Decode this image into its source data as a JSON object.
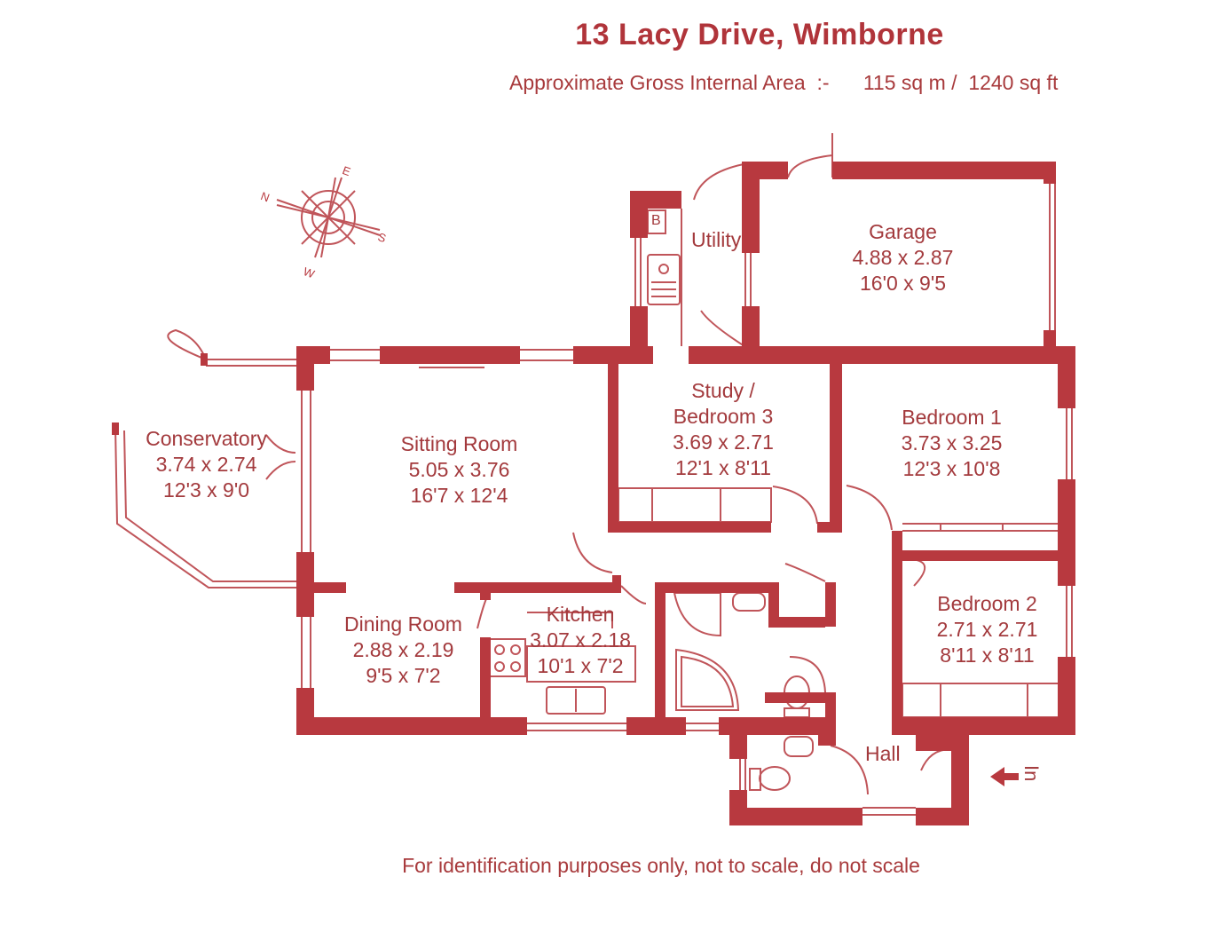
{
  "header": {
    "title": "13 Lacy Drive, Wimborne",
    "area_label": "Approximate Gross Internal Area  :-",
    "area_metric": "115 sq m /",
    "area_imperial": "1240 sq ft"
  },
  "compass": {
    "n": "N",
    "e": "E",
    "s": "S",
    "w": "W"
  },
  "rooms": {
    "garage": {
      "name": "Garage",
      "metric": "4.88 x 2.87",
      "imperial": "16'0 x 9'5"
    },
    "utility": {
      "name": "Utility",
      "boiler": "B"
    },
    "study": {
      "name": "Study /",
      "name2": "Bedroom 3",
      "metric": "3.69 x 2.71",
      "imperial": "12'1 x 8'11"
    },
    "bedroom1": {
      "name": "Bedroom 1",
      "metric": "3.73 x 3.25",
      "imperial": "12'3 x 10'8"
    },
    "sitting": {
      "name": "Sitting Room",
      "metric": "5.05 x 3.76",
      "imperial": "16'7 x 12'4"
    },
    "conservatory": {
      "name": "Conservatory",
      "metric": "3.74 x 2.74",
      "imperial": "12'3 x 9'0"
    },
    "dining": {
      "name": "Dining Room",
      "metric": "2.88 x 2.19",
      "imperial": "9'5 x 7'2"
    },
    "kitchen": {
      "name": "Kitchen",
      "metric": "3.07 x 2.18",
      "imperial": "10'1 x 7'2"
    },
    "bedroom2": {
      "name": "Bedroom 2",
      "metric": "2.71 x 2.71",
      "imperial": "8'11 x 8'11"
    },
    "hall": {
      "name": "Hall"
    }
  },
  "entrance": {
    "label": "In"
  },
  "footer": {
    "text": "For identification purposes only, not to scale, do not scale"
  },
  "colors": {
    "wall": "#b8393f",
    "line": "#c0555a",
    "text": "#a83a3c"
  }
}
